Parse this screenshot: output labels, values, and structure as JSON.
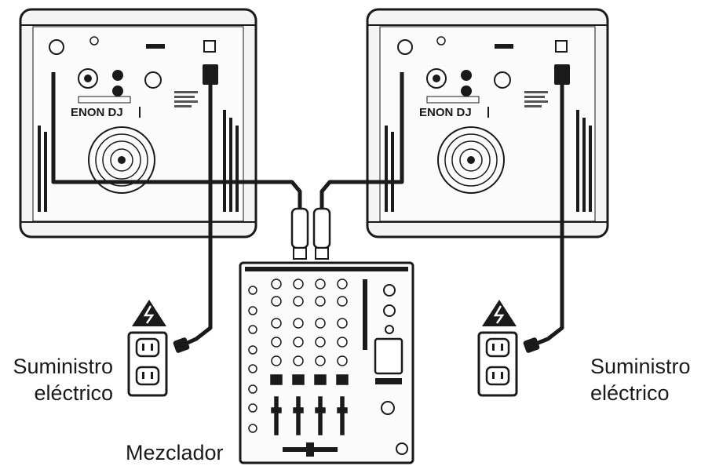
{
  "labels": {
    "power_left_line1": "Suministro",
    "power_left_line2": "eléctrico",
    "power_right_line1": "Suministro",
    "power_right_line2": "eléctrico",
    "mixer": "Mezclador"
  },
  "speaker_brand": "ENON DJ",
  "colors": {
    "line": "#1a1a1a",
    "panel_fill": "#f4f4f4",
    "background": "#ffffff"
  }
}
